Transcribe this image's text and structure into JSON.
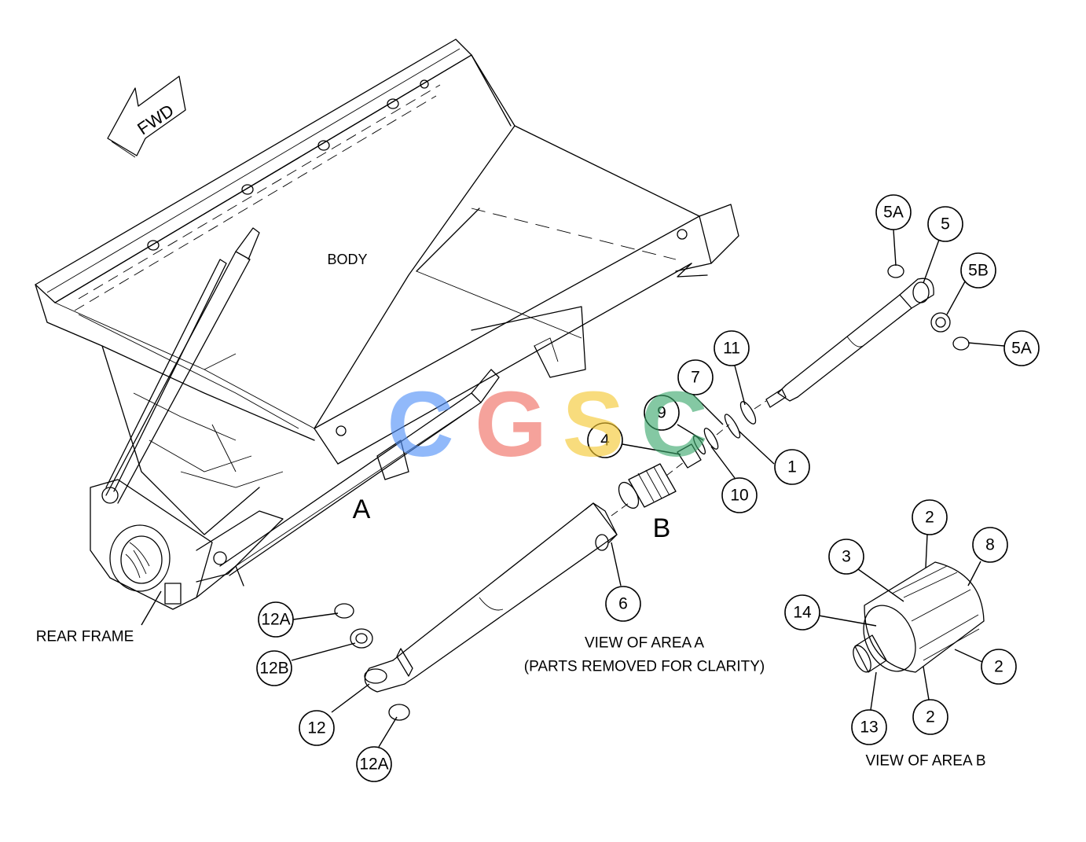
{
  "labels": {
    "fwd": "FWD",
    "body": "BODY",
    "rear_frame": "REAR FRAME",
    "area_a": "A",
    "area_b": "B",
    "view_a_line1": "VIEW OF AREA A",
    "view_a_line2": "(PARTS REMOVED FOR CLARITY)",
    "view_b": "VIEW OF AREA B"
  },
  "watermark": {
    "letters": [
      "C",
      "G",
      "S",
      "C"
    ],
    "colors": [
      "#4f8ff7",
      "#f06a5e",
      "#f5c72e",
      "#3aa86b"
    ]
  },
  "callouts": [
    {
      "id": "5A-top",
      "text": "5A"
    },
    {
      "id": "5",
      "text": "5"
    },
    {
      "id": "5B",
      "text": "5B"
    },
    {
      "id": "5A-right",
      "text": "5A"
    },
    {
      "id": "11",
      "text": "11"
    },
    {
      "id": "7",
      "text": "7"
    },
    {
      "id": "9",
      "text": "9"
    },
    {
      "id": "4",
      "text": "4"
    },
    {
      "id": "1",
      "text": "1"
    },
    {
      "id": "10",
      "text": "10"
    },
    {
      "id": "6",
      "text": "6"
    },
    {
      "id": "12A-top",
      "text": "12A"
    },
    {
      "id": "12B",
      "text": "12B"
    },
    {
      "id": "12",
      "text": "12"
    },
    {
      "id": "12A-bottom",
      "text": "12A"
    },
    {
      "id": "2-top",
      "text": "2"
    },
    {
      "id": "8",
      "text": "8"
    },
    {
      "id": "3",
      "text": "3"
    },
    {
      "id": "14",
      "text": "14"
    },
    {
      "id": "2-right",
      "text": "2"
    },
    {
      "id": "2-bottom",
      "text": "2"
    },
    {
      "id": "13",
      "text": "13"
    }
  ]
}
